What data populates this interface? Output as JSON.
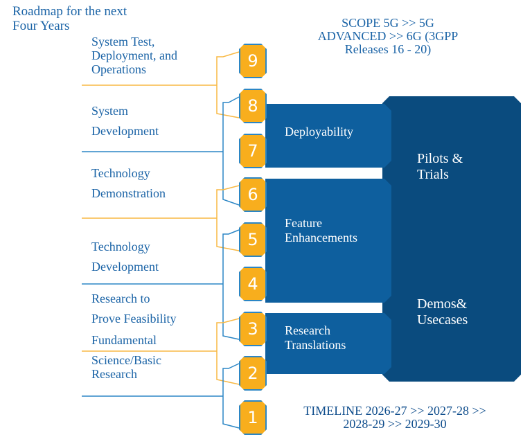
{
  "title": [
    "Roadmap for the next",
    "Four Years"
  ],
  "scope": [
    "SCOPE 5G >> 5G",
    "ADVANCED >> 6G (3GPP",
    "Releases 16 - 20)"
  ],
  "stages": [
    [
      "System Test,",
      "Deployment, and",
      "Operations"
    ],
    [
      "System",
      "Development"
    ],
    [
      "Technology",
      "Demonstration"
    ],
    [
      "Technology",
      "Development"
    ],
    [
      "Research to",
      "Prove Feasibility"
    ],
    [
      "Fundamental"
    ],
    [
      "Science/Basic",
      "Research"
    ]
  ],
  "steps": [
    "9",
    "8",
    "7",
    "6",
    "5",
    "4",
    "3",
    "2",
    "1"
  ],
  "phases": {
    "deployability": [
      "Deployability"
    ],
    "feature": [
      "Feature",
      "Enhancements"
    ],
    "research": [
      "Research",
      "Translations"
    ]
  },
  "outcomes": {
    "pilots": [
      "Pilots &",
      "Trials"
    ],
    "demos": [
      "Demos&",
      "Usecases"
    ]
  },
  "timeline": [
    "TIMELINE 2026-27 >> 2027-28 >>",
    "2028-29 >> 2029-30"
  ],
  "colors": {
    "orange": "#f8ae1d",
    "blue": "#0e5f9e",
    "dark": "#0a4b7e",
    "line_blue": "#2b86c5"
  }
}
